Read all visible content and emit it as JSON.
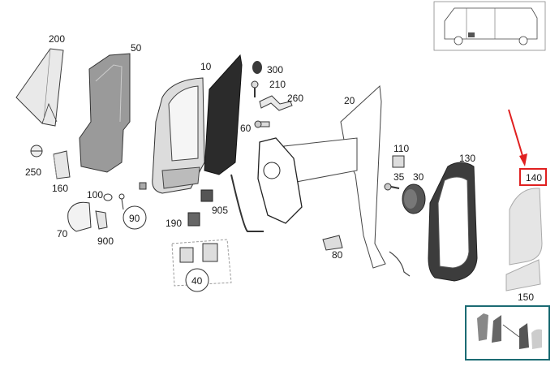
{
  "parts": [
    {
      "id": "200",
      "label": "200"
    },
    {
      "id": "50",
      "label": "50"
    },
    {
      "id": "10",
      "label": "10"
    },
    {
      "id": "300",
      "label": "300"
    },
    {
      "id": "210",
      "label": "210"
    },
    {
      "id": "260",
      "label": "260"
    },
    {
      "id": "60",
      "label": "60"
    },
    {
      "id": "20",
      "label": "20"
    },
    {
      "id": "250",
      "label": "250"
    },
    {
      "id": "160",
      "label": "160"
    },
    {
      "id": "100",
      "label": "100"
    },
    {
      "id": "90",
      "label": "90"
    },
    {
      "id": "70",
      "label": "70"
    },
    {
      "id": "900",
      "label": "900"
    },
    {
      "id": "190",
      "label": "190"
    },
    {
      "id": "905",
      "label": "905"
    },
    {
      "id": "40",
      "label": "40"
    },
    {
      "id": "80",
      "label": "80"
    },
    {
      "id": "110",
      "label": "110"
    },
    {
      "id": "35",
      "label": "35"
    },
    {
      "id": "30",
      "label": "30"
    },
    {
      "id": "130",
      "label": "130"
    },
    {
      "id": "140",
      "label": "140"
    },
    {
      "id": "150",
      "label": "150"
    }
  ],
  "highlight": {
    "part": "140",
    "color": "#e02020"
  },
  "colors": {
    "frame": "#1b6b73",
    "line": "#333333"
  }
}
